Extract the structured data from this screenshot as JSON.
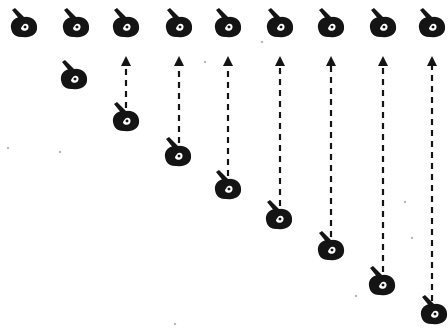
{
  "diagram": {
    "description_visible_text": "",
    "icon": "figure-with-stick-icon",
    "top_row_count": 9,
    "diagonal_count": 8,
    "connector_style": "dashed-arrow-up",
    "colors": {
      "ink": "#141414",
      "background": "#ffffff"
    }
  }
}
